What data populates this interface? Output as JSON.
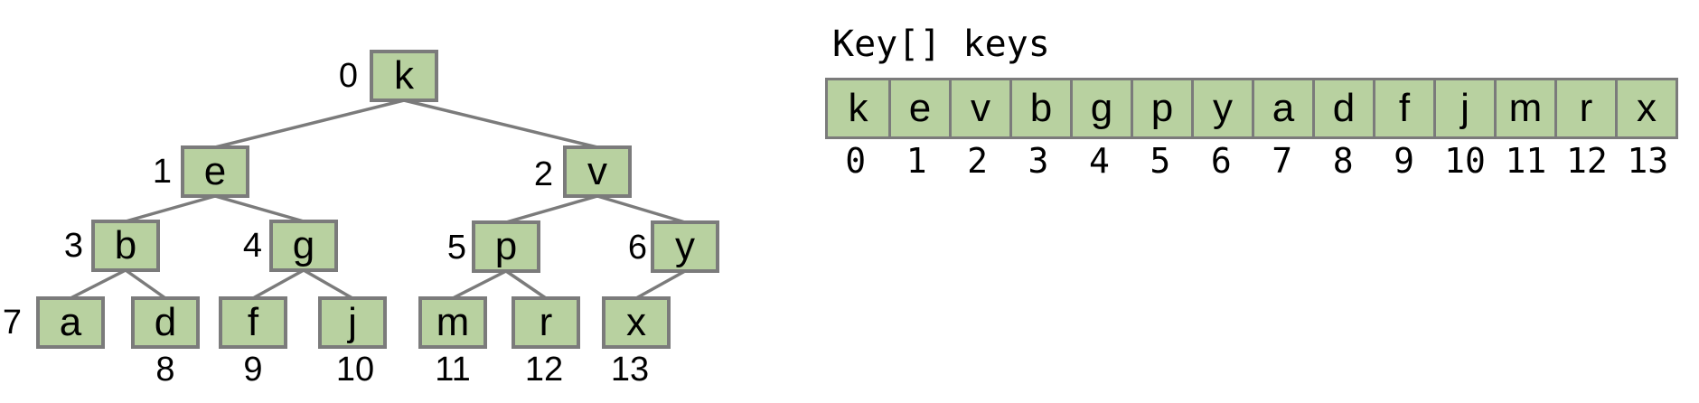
{
  "palette": {
    "node_fill": "#b8d1a0",
    "border_gray": "#7b7b7b",
    "text": "#000000",
    "background": "#ffffff"
  },
  "tree": {
    "nodes": [
      {
        "letter": "k",
        "index": "0"
      },
      {
        "letter": "e",
        "index": "1"
      },
      {
        "letter": "v",
        "index": "2"
      },
      {
        "letter": "b",
        "index": "3"
      },
      {
        "letter": "g",
        "index": "4"
      },
      {
        "letter": "p",
        "index": "5"
      },
      {
        "letter": "y",
        "index": "6"
      },
      {
        "letter": "a",
        "index": "7"
      },
      {
        "letter": "d",
        "index": "8"
      },
      {
        "letter": "f",
        "index": "9"
      },
      {
        "letter": "j",
        "index": "10"
      },
      {
        "letter": "m",
        "index": "11"
      },
      {
        "letter": "r",
        "index": "12"
      },
      {
        "letter": "x",
        "index": "13"
      }
    ]
  },
  "array": {
    "title": "Key[] keys",
    "cells": [
      "k",
      "e",
      "v",
      "b",
      "g",
      "p",
      "y",
      "a",
      "d",
      "f",
      "j",
      "m",
      "r",
      "x"
    ],
    "indices": [
      "0",
      "1",
      "2",
      "3",
      "4",
      "5",
      "6",
      "7",
      "8",
      "9",
      "10",
      "11",
      "12",
      "13"
    ]
  }
}
